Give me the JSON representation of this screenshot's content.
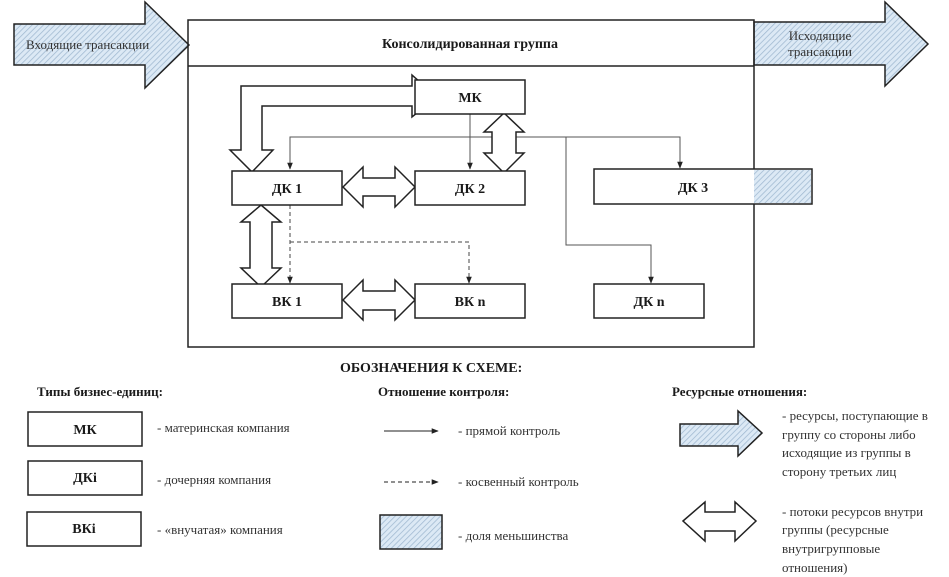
{
  "diagram": {
    "incoming_label": "Входящие трансакции",
    "outgoing_label_line1": "Исходящие",
    "outgoing_label_line2": "трансакции",
    "group_title": "Консолидированная группа",
    "nodes": {
      "mk": "МК",
      "dk1": "ДК 1",
      "dk2": "ДК 2",
      "dk3": "ДК 3",
      "dkn": "ДК n",
      "vk1": "ВК 1",
      "vkn": "ВК n"
    },
    "edges": [
      {
        "from": "МК",
        "to": "ДК 2",
        "type": "direct-control"
      },
      {
        "from": "МК",
        "to": "ДК 1",
        "type": "direct-control"
      },
      {
        "from": "МК",
        "to": "ДК 3",
        "type": "direct-control"
      },
      {
        "from": "МК",
        "to": "ДК n",
        "type": "direct-control"
      },
      {
        "from": "ДК 1",
        "to": "ВК 1",
        "type": "indirect-control"
      },
      {
        "from": "ДК 1",
        "to": "ВК n",
        "type": "indirect-control"
      },
      {
        "from": "ДК 1",
        "to": "МК",
        "type": "resource-flow"
      },
      {
        "from": "ДК 1",
        "to": "ДК 2",
        "type": "resource-flow"
      },
      {
        "from": "МК",
        "to": "ДК 2",
        "type": "resource-flow"
      },
      {
        "from": "ДК 1",
        "to": "ВК 1",
        "type": "resource-flow"
      },
      {
        "from": "ВК 1",
        "to": "ВК n",
        "type": "resource-flow"
      }
    ],
    "minority_share_node": "ДК 3"
  },
  "legend": {
    "title": "ОБОЗНАЧЕНИЯ К СХЕМЕ:",
    "types": {
      "title": "Типы бизнес-единиц:",
      "items": [
        {
          "box": "МК",
          "text": "- материнская компания"
        },
        {
          "box": "ДКi",
          "text": "- дочерняя компания"
        },
        {
          "box": "ВКi",
          "text": "- «внучатая» компания"
        }
      ]
    },
    "control": {
      "title": "Отношение контроля:",
      "items": [
        {
          "symbol": "solid-arrow",
          "text": "- прямой контроль"
        },
        {
          "symbol": "dashed-arrow",
          "text": "- косвенный контроль"
        },
        {
          "symbol": "hatched-box",
          "text": "- доля меньшинства"
        }
      ]
    },
    "resources": {
      "title": "Ресурсные отношения:",
      "external": [
        "- ресурсы, поступающие в",
        "группу со стороны либо",
        "исходящие из группы  в",
        "сторону третьих лиц"
      ],
      "internal": [
        "- потоки ресурсов внутри",
        "группы (ресурсные",
        "внутригрупповые",
        "отношения)"
      ]
    }
  },
  "colors": {
    "hatch_fill": "#dce9f5",
    "hatch_line": "#9fb8d0",
    "stroke": "#222222",
    "thin_stroke": "#555555"
  }
}
